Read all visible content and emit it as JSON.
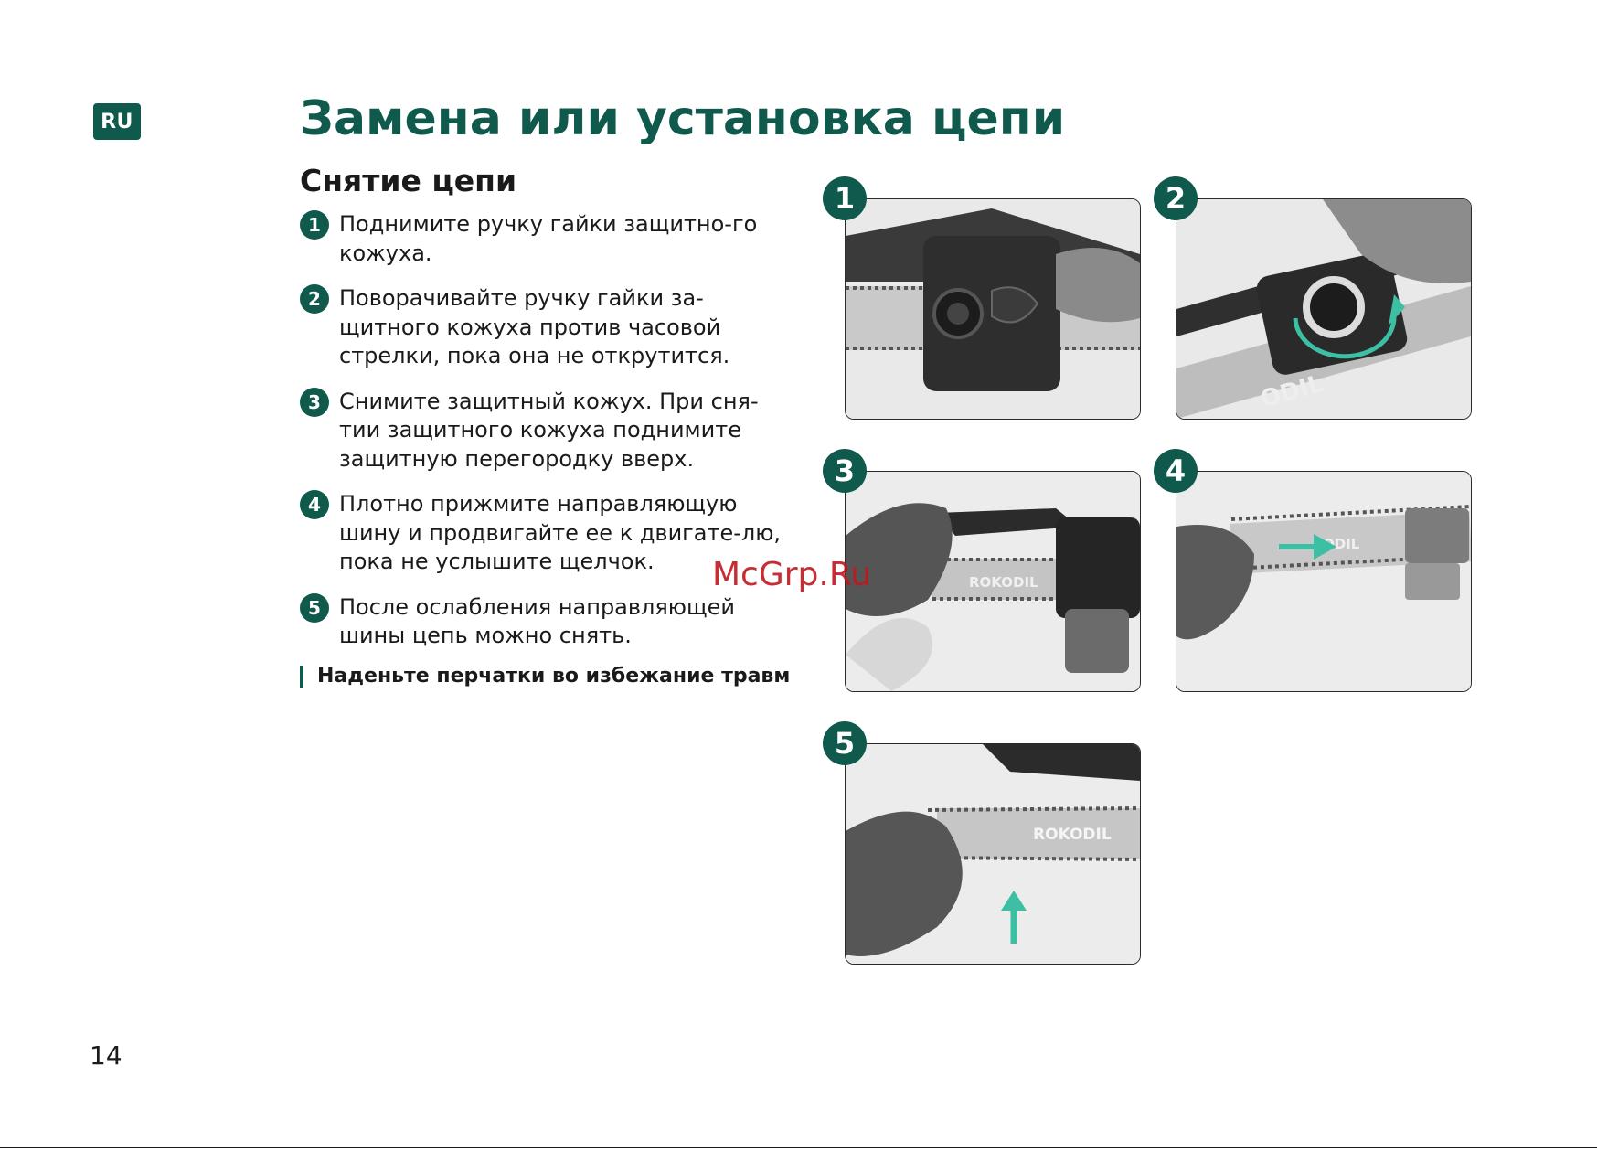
{
  "language_badge": "RU",
  "title": "Замена или установка цепи",
  "section_title": "Снятие цепи",
  "steps": [
    {
      "num": "1",
      "text": "Поднимите ручку гайки защитно-го кожуха."
    },
    {
      "num": "2",
      "text": "Поворачивайте ручку гайки за-щитного кожуха против часовой стрелки, пока она не открутится."
    },
    {
      "num": "3",
      "text": "Снимите защитный кожух. При сня-тии защитного кожуха поднимите защитную перегородку вверх."
    },
    {
      "num": "4",
      "text": "Плотно прижмите направляющую шину и продвигайте ее к двигате-лю, пока не услышите щелчок."
    },
    {
      "num": "5",
      "text": "После ослабления направляющей шины цепь можно снять."
    }
  ],
  "warning": "Наденьте перчатки во избежание травм",
  "figures": [
    {
      "num": "1"
    },
    {
      "num": "2",
      "brand": "ODIL"
    },
    {
      "num": "3",
      "brand": "ROKODIL"
    },
    {
      "num": "4",
      "brand": "ODIL"
    },
    {
      "num": "5",
      "brand": "ROKODIL"
    }
  ],
  "watermark": "McGrp.Ru",
  "page_number": "14",
  "colors": {
    "accent": "#0f5a4c",
    "arrow": "#3dbfa4",
    "watermark": "#c0181f"
  }
}
